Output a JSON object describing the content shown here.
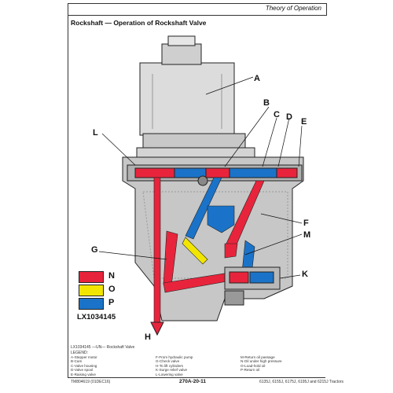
{
  "header": {
    "title": "Theory of Operation"
  },
  "section_title": "Rockshaft — Operation of Rockshaft Valve",
  "callouts": {
    "A": "A",
    "B": "B",
    "C": "C",
    "D": "D",
    "E": "E",
    "L": "L",
    "F": "F",
    "M": "M",
    "G": "G",
    "K": "K",
    "H": "H"
  },
  "legend_keys": [
    {
      "label": "N",
      "color": "#e8243c"
    },
    {
      "label": "O",
      "color": "#f2e600"
    },
    {
      "label": "P",
      "color": "#1a73c8"
    }
  ],
  "figure_code": "LX1034145",
  "caption": "LX1034145 —UN— Rockshaft Valve",
  "legend_heading": "LEGEND:",
  "legend": {
    "col1": [
      "A-Stepper motor",
      "B-Cam",
      "C-Valve housing",
      "D-Valve spool",
      "E-Raising valve"
    ],
    "col2": [
      "F-From hydraulic pump",
      "G-Check valve",
      "H-To lift cylinders",
      "K-Surge relief valve",
      "L-Lowering valve"
    ],
    "col3": [
      "M-Return oil passage",
      "N-Oil under high pressure",
      "O-Load-hold oil",
      "P-Return oil"
    ]
  },
  "footer": {
    "left": "TM804619 (01DEC16)",
    "page": "270A-20-11",
    "right": "6135J, 6155J, 6175J, 6195J and 6215J Tractors"
  }
}
